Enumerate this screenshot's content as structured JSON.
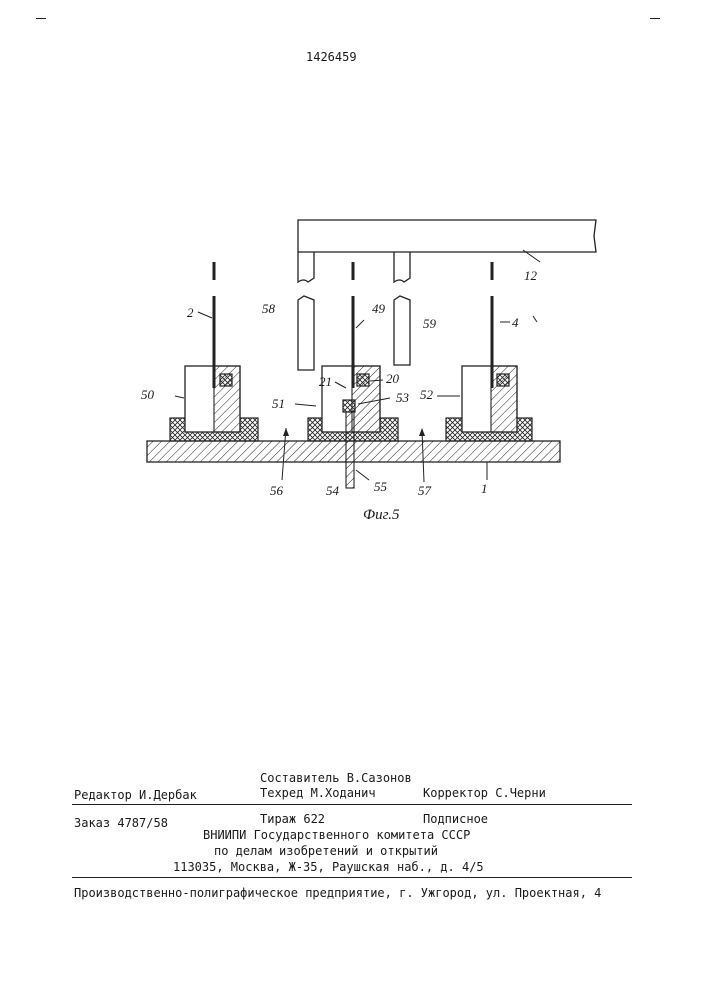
{
  "patent_number": "1426459",
  "figure": {
    "caption": "Фиг.5",
    "labels": {
      "l2": "2",
      "l4": "4",
      "l12": "12",
      "l58": "58",
      "l49": "49",
      "l59": "59",
      "l50": "50",
      "l21": "21",
      "l20": "20",
      "l51": "51",
      "l53": "53",
      "l52": "52",
      "l56": "56",
      "l54": "54",
      "l55": "55",
      "l57": "57",
      "l1": "1"
    }
  },
  "footer": {
    "compiler": "Составитель В.Сазонов",
    "editor": "Редактор И.Дербак",
    "techred": "Техред М.Ходанич",
    "corrector": "Корректор С.Черни",
    "order": "Заказ 4787/58",
    "print_run": "Тираж 622",
    "subscription": "Подписное",
    "org_line1": "ВНИИПИ Государственного комитета СССР",
    "org_line2": "по делам изобретений и открытий",
    "org_line3": "113035, Москва, Ж-35, Раушская наб., д. 4/5",
    "printing_house": "Производственно-полиграфическое предприятие, г. Ужгород, ул. Проектная, 4"
  }
}
